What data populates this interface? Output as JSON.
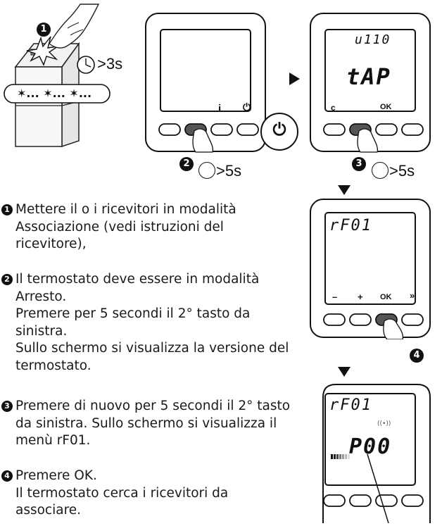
{
  "illustrations": {
    "receiver": {
      "step_number": "1",
      "timer_label": ">3s",
      "blink_label": "✶... ✶... ✶..."
    },
    "panel_1": {
      "button_labels": {
        "info": "i",
        "power": "⏻"
      },
      "step_number": "2",
      "timer_label": ">5s"
    },
    "panel_2": {
      "display_top": "u110",
      "display_main": "tAP",
      "button_labels": {
        "c": "c",
        "ok": "OK"
      },
      "step_number": "3",
      "timer_label": ">5s"
    },
    "panel_3": {
      "display_top": "rF01",
      "button_labels": {
        "minus": "–",
        "plus": "+",
        "ok": "OK",
        "skip": "»"
      },
      "step_number": "4"
    },
    "panel_4": {
      "display_top": "rF01",
      "display_signal": "((•))",
      "display_main": "P00"
    }
  },
  "steps": [
    {
      "number": "1",
      "lines": [
        "Mettere il o i ricevitori in modalità",
        "Associazione (vedi istruzioni del",
        "ricevitore),"
      ]
    },
    {
      "number": "2",
      "lines": [
        "Il termostato deve essere in modalità",
        "Arresto.",
        "Premere per 5 secondi il 2° tasto da",
        "sinistra.",
        "Sullo schermo si visualizza la versione del",
        "termostato."
      ]
    },
    {
      "number": "3",
      "lines": [
        "Premere di nuovo per 5 secondi il 2° tasto",
        "da sinistra. Sullo schermo si visualizza il",
        "menù rF01."
      ]
    },
    {
      "number": "4",
      "lines": [
        "Premere OK.",
        "Il termostato cerca i ricevitori da",
        "associare."
      ]
    }
  ]
}
